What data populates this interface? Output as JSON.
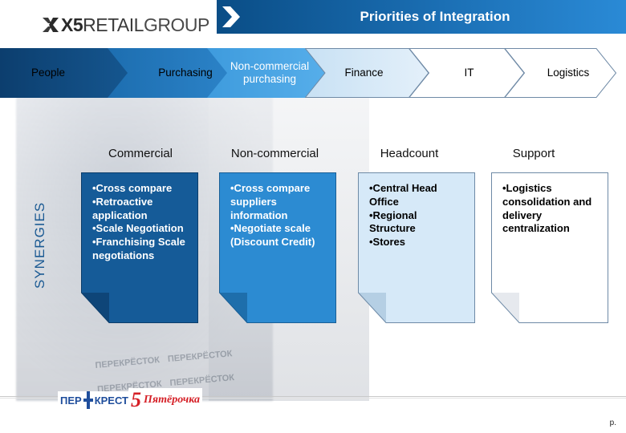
{
  "header": {
    "logo_bold": "X5",
    "logo_retail": "RETAIL",
    "logo_group": "GROUP",
    "title": "Priorities of Integration"
  },
  "chevrons": [
    {
      "label": "People"
    },
    {
      "label": "Purchasing"
    },
    {
      "label": "Non-commercial purchasing"
    },
    {
      "label": "Finance"
    },
    {
      "label": "IT"
    },
    {
      "label": "Logistics"
    }
  ],
  "synergies_label": "SYNERGIES",
  "columns": [
    {
      "heading": "Commercial",
      "text": "•Cross compare\n•Retroactive application\n•Scale Negotiation\n•Franchising Scale negotiations"
    },
    {
      "heading": "Non-commercial",
      "text": "•Cross compare suppliers information\n•Negotiate scale (Discount Credit)"
    },
    {
      "heading": "Headcount",
      "text": "•Central Head Office\n•Regional Structure\n•Stores"
    },
    {
      "heading": "Support",
      "text": "•Logistics consolidation and delivery centralization"
    }
  ],
  "footer": {
    "brand_1_left": "ПЕР",
    "brand_1_right": "КРЕСТОК",
    "brand_2_num": "5",
    "brand_2_word": "Пятёрочка",
    "page": "p."
  },
  "colors": {
    "title_bar": "#1b6fb4",
    "chevron_dark": "#0c3e6e",
    "chevron_mid": "#1d6eb0",
    "chevron_light": "#3e9bdd",
    "chevron_pale": "#c8e1f4",
    "synergies": "#1b5a93",
    "perekrestok": "#1f4e9c",
    "pyaterochka": "#d51f26"
  }
}
